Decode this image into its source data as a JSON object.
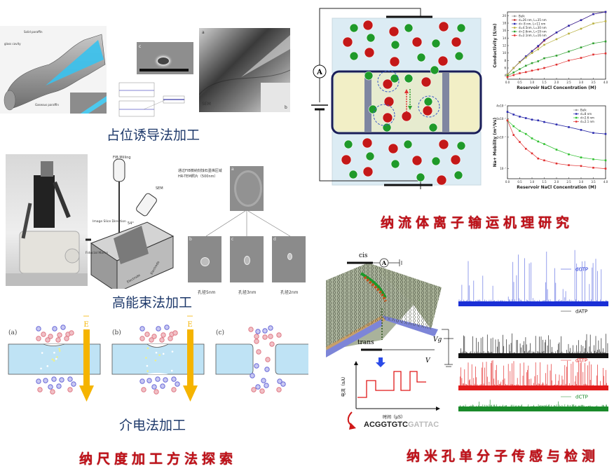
{
  "captions": {
    "placeholder_induced": "占位诱导法加工",
    "high_energy_beam": "高能束法加工",
    "dielectric": "介电法加工",
    "nanoscale_methods": "纳尺度加工方法探索",
    "ion_transport": "纳流体离子输运机理研究",
    "nanopore_sensing": "纳米孔单分子传感与检测"
  },
  "panel_paraffin": {
    "labels": [
      "Solid paraffin",
      "glass cavity",
      "Gaseous paraffin"
    ]
  },
  "panel_sem": {
    "labels": [
      "c",
      "a",
      "b",
      "SEM"
    ]
  },
  "panel_fib": {
    "labels": [
      "FIB Milling",
      "SEM",
      "Image Slice Direction",
      "54°",
      "Fiducial Marks",
      "Electrode",
      "Electrode"
    ]
  },
  "panel_tem": {
    "note_line1": "通过FIB微纳刻蚀石墨烯区域",
    "note_line2": "HR-TEM照片（500nm）",
    "panel_letters": [
      "a",
      "b",
      "c",
      "d"
    ],
    "sub_labels": [
      "孔径5nm",
      "孔径3nm",
      "孔径2nm"
    ]
  },
  "panel_dielectric": {
    "subfigure_labels": [
      "(a)",
      "(b)",
      "(c)"
    ],
    "field_label": "E",
    "colors": {
      "membrane": "#bfe3f5",
      "arrow": "#f5b400",
      "cation": "#e07a86",
      "anion": "#6a6ad8"
    }
  },
  "panel_ion_channel": {
    "ammeter": "A",
    "colors": {
      "cl": "#c41818",
      "na": "#1f9a2a",
      "bath": "#dcecf4",
      "wall": "#f2efc6"
    }
  },
  "panel_nanopore": {
    "cis": "cis",
    "trans": "trans",
    "ammeter": "A",
    "vg": "Vg",
    "v": "V",
    "ylabel": "电流（nA）",
    "xlabel": "时间（μS）",
    "sequence_dark": "ACGGTGTC",
    "sequence_faded": "GATTAC"
  },
  "traces": [
    {
      "name": "dGTP",
      "color": "#1a2fd6"
    },
    {
      "name": "dATP",
      "color": "#111111"
    },
    {
      "name": "dTTP",
      "color": "#e21a1a"
    },
    {
      "name": "dCTP",
      "color": "#1a8a2a"
    }
  ],
  "chart_data": [
    {
      "type": "line",
      "title": "",
      "xlabel": "Reservoir NaCl Concentration (M)",
      "ylabel": "Conductivity (S/m)",
      "xlim": [
        0,
        4
      ],
      "ylim": [
        3,
        21
      ],
      "xticks": [
        "0.0",
        "0.5",
        "1.0",
        "1.5",
        "2.0",
        "2.5",
        "3.0",
        "3.5",
        "4.0"
      ],
      "yticks": [
        "4",
        "6",
        "8",
        "10",
        "12",
        "14",
        "16",
        "18",
        "20"
      ],
      "legend_position": "top-left",
      "x": [
        0.0,
        0.25,
        0.5,
        0.75,
        1.0,
        1.25,
        1.5,
        2.0,
        2.5,
        3.0,
        3.5,
        4.0
      ],
      "series": [
        {
          "name": "Bulk",
          "color": "#999999",
          "values": [
            4.2,
            6.0,
            7.6,
            9.1,
            10.5,
            11.7,
            13.3,
            15.5,
            17.3,
            18.8,
            20.4,
            21.0
          ]
        },
        {
          "name": "d=26 nm, L=35 nm",
          "color": "#c03030",
          "values": [
            4.2,
            6.0,
            7.6,
            9.1,
            10.5,
            11.7,
            13.3,
            15.5,
            17.3,
            18.8,
            20.4,
            21.0
          ]
        },
        {
          "name": "d= 8 nm, L=11 nm",
          "color": "#2a2ab0",
          "values": [
            4.2,
            6.0,
            7.6,
            9.1,
            10.5,
            11.9,
            13.5,
            15.5,
            17.3,
            18.8,
            20.4,
            21.0
          ]
        },
        {
          "name": "d=4.5nm, L=30 nm",
          "color": "#b8b040",
          "values": [
            4.2,
            6.0,
            7.5,
            8.8,
            10.0,
            11.0,
            12.2,
            13.7,
            15.2,
            16.5,
            17.9,
            18.5
          ]
        },
        {
          "name": "d=2.6nm, L=19 nm",
          "color": "#2fa02f",
          "values": [
            3.9,
            4.8,
            5.7,
            6.6,
            7.3,
            7.8,
            8.6,
            9.3,
            10.4,
            11.5,
            12.6,
            13.1
          ]
        },
        {
          "name": "d=2.1nm, L=16 nm",
          "color": "#e03030",
          "values": [
            3.6,
            4.1,
            4.6,
            4.9,
            5.3,
            5.6,
            6.0,
            6.9,
            8.0,
            8.7,
            9.6,
            9.9
          ]
        }
      ]
    },
    {
      "type": "line",
      "title": "",
      "xlabel": "Reservoir NaCl Concentration (M)",
      "ylabel": "Na+ Mobility (m²/Vs)",
      "xlim": [
        0,
        4
      ],
      "yscale": "log",
      "ylim": [
        8e-08,
        4e-07
      ],
      "xticks": [
        "0.0",
        "0.5",
        "1.0",
        "1.5",
        "2.0",
        "2.5",
        "3.0",
        "3.5",
        "4.0"
      ],
      "yticks": [
        "10⁻⁷",
        "2x10⁻⁷",
        "3x10⁻⁷",
        "4x10⁻⁷"
      ],
      "legend_position": "top-right",
      "x": [
        0.0,
        0.25,
        0.5,
        0.75,
        1.0,
        1.25,
        1.5,
        2.0,
        2.5,
        3.0,
        3.5,
        4.0
      ],
      "series": [
        {
          "name": "Bulk",
          "color": "#999999",
          "values": [
            3.5e-07,
            3.3e-07,
            3.15e-07,
            3.05e-07,
            2.95e-07,
            2.9e-07,
            2.8e-07,
            2.65e-07,
            2.5e-07,
            2.35e-07,
            2.2e-07,
            2.15e-07
          ]
        },
        {
          "name": "d=8 nm",
          "color": "#2a2ab0",
          "values": [
            3.5e-07,
            3.3e-07,
            3.15e-07,
            3.05e-07,
            2.95e-07,
            2.9e-07,
            2.8e-07,
            2.65e-07,
            2.5e-07,
            2.35e-07,
            2.2e-07,
            2.15e-07
          ]
        },
        {
          "name": "d=2.6 nm",
          "color": "#2fc02f",
          "values": [
            2.9e-07,
            2.55e-07,
            2.3e-07,
            2.15e-07,
            1.95e-07,
            1.82e-07,
            1.72e-07,
            1.52e-07,
            1.37e-07,
            1.28e-07,
            1.23e-07,
            1.2e-07
          ]
        },
        {
          "name": "d=2.1 nm",
          "color": "#e03030",
          "values": [
            2.9e-07,
            2.1e-07,
            1.8e-07,
            1.55e-07,
            1.4e-07,
            1.25e-07,
            1.2e-07,
            1.12e-07,
            1.08e-07,
            1.06e-07,
            1.02e-07,
            1e-07
          ]
        }
      ]
    }
  ]
}
